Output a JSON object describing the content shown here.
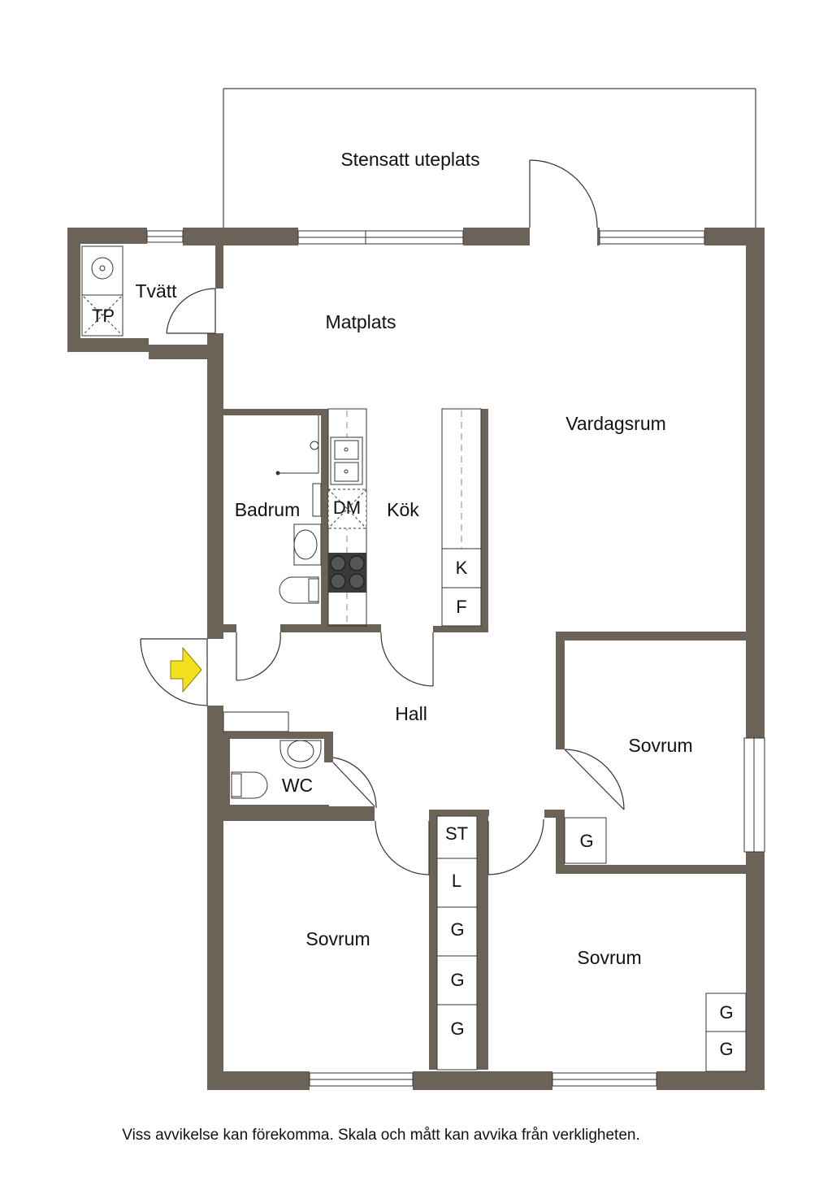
{
  "rooms": {
    "patio": "Stensatt uteplats",
    "laundry": "Tvätt",
    "dining": "Matplats",
    "living": "Vardagsrum",
    "bathroom": "Badrum",
    "kitchen": "Kök",
    "hall": "Hall",
    "wc": "WC",
    "bedroom_right": "Sovrum",
    "bedroom_bottom_left": "Sovrum",
    "bedroom_bottom_right": "Sovrum"
  },
  "fixtures": {
    "tp": "TP",
    "dm": "DM",
    "k": "K",
    "f": "F",
    "st": "ST",
    "l": "L",
    "g1": "G",
    "g2": "G",
    "g3": "G",
    "g_right": "G",
    "g_br1": "G",
    "g_br2": "G"
  },
  "colors": {
    "wall": "#6b6357",
    "entry_arrow": "#f2e11c"
  },
  "disclaimer": "Viss avvikelse kan förekomma. Skala och mått kan avvika från verkligheten."
}
